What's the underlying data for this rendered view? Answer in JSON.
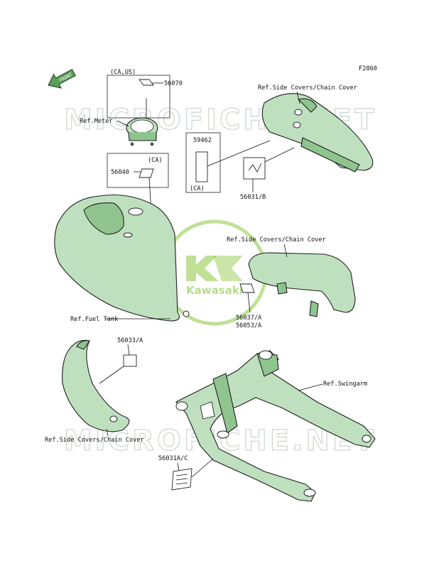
{
  "figure_code": "F2860",
  "front_label": "FRONT",
  "watermark": {
    "top": "MICROFICHE.NET",
    "bottom": "MICROFICHE.NET",
    "logo_text": "Kawasaki",
    "colors": {
      "logo": "#8cc63f",
      "watermark": "#cfd8cf"
    }
  },
  "labels": {
    "ca_us": "(CA,US)",
    "p56070": "56070",
    "ref_meter": "Ref.Meter",
    "ref_side_covers_top": "Ref.Side Covers/Chain Cover",
    "p59462": "59462",
    "ca_small": "(CA)",
    "p56031b": "56031/B",
    "ca_box": "(CA)",
    "p56040": "56040",
    "ref_side_covers_mid": "Ref.Side Covers/Chain Cover",
    "ref_fuel_tank": "Ref.Fuel Tank",
    "p56037a": "56037/A",
    "p56053a": "56053/A",
    "p56033a": "56033/A",
    "ref_swingarm": "Ref.Swingarm",
    "ref_side_covers_bottom": "Ref.Side Covers/Chain Cover",
    "p56031ac": "56031A/C"
  }
}
